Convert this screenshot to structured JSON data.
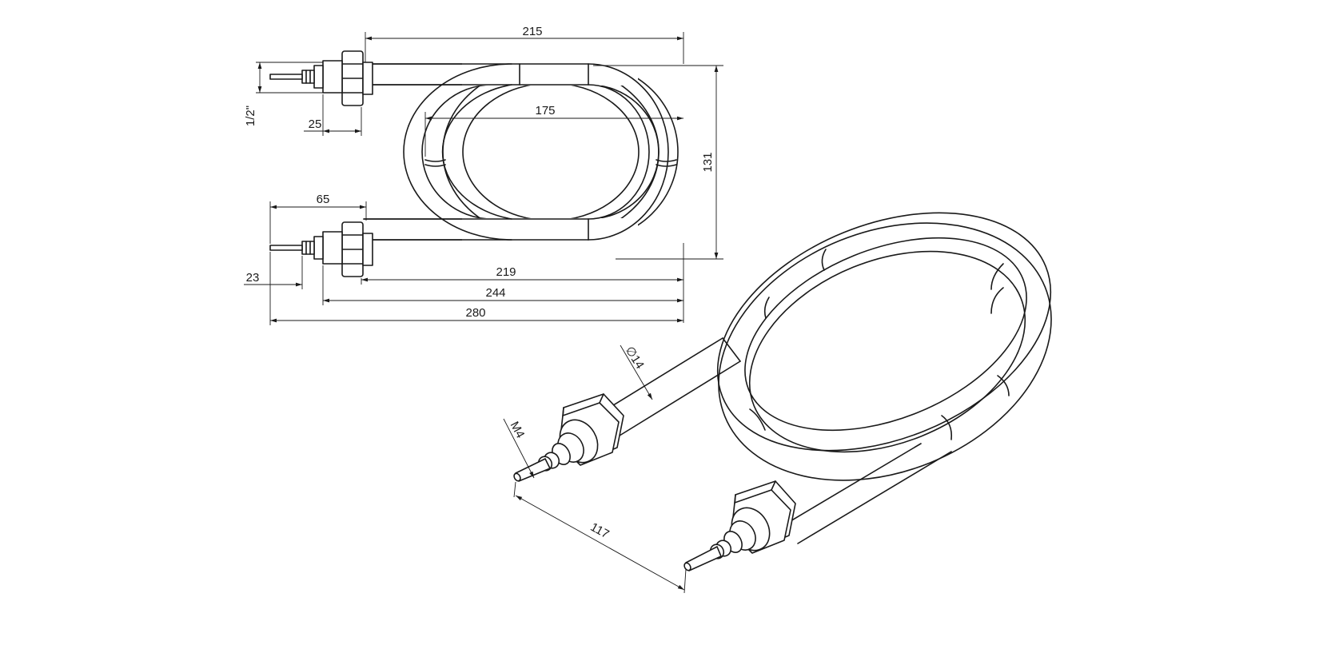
{
  "drawing": {
    "dimensions": {
      "d215": "215",
      "d175": "175",
      "d131": "131",
      "d_half_inch": "1/2\"",
      "d25": "25",
      "d65": "65",
      "d23": "23",
      "d219": "219",
      "d244": "244",
      "d280": "280",
      "d_diam14": "∅14",
      "d_m4": "M4",
      "d117": "117"
    },
    "colors": {
      "line": "#1a1a1a",
      "background": "#ffffff"
    }
  }
}
